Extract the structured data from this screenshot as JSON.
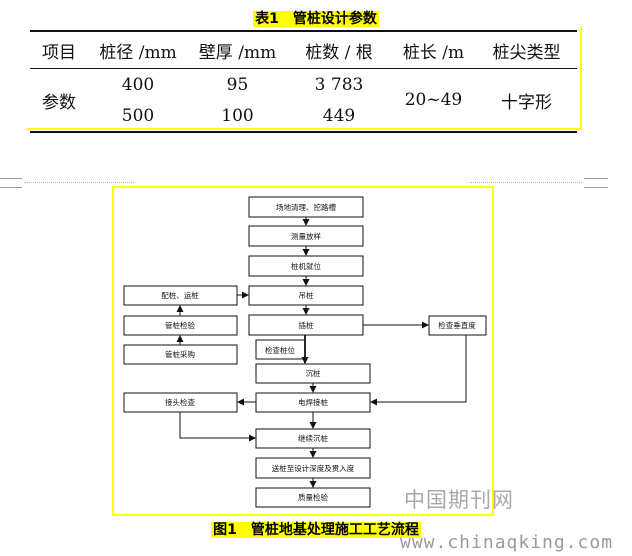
{
  "table": {
    "title": "表1　管桩设计参数",
    "headers": [
      "项目",
      "桩径 /mm",
      "壁厚 /mm",
      "桩数 / 根",
      "桩长 /m",
      "桩尖类型"
    ],
    "row_label": "参数",
    "rows": [
      [
        "400",
        "95",
        "3 783"
      ],
      [
        "500",
        "100",
        "449"
      ]
    ],
    "pile_length": "20~49",
    "tip_type": "十字形"
  },
  "flowchart": {
    "main_steps": [
      "场地清理、挖路槽",
      "测量放样",
      "桩机就位",
      "吊桩",
      "插桩",
      "沉桩",
      "电焊接桩",
      "继续沉桩",
      "送桩至设计深度及贯入度",
      "质量检验"
    ],
    "left_steps": [
      "配桩、运桩",
      "管桩检验",
      "管桩采购"
    ],
    "joint_check": "接头检查",
    "check_position": "检查桩位",
    "check_vertical": "检查垂直度"
  },
  "figure": {
    "caption": "图1　管桩地基处理施工工艺流程"
  },
  "watermark": {
    "cn": "中国期刊网",
    "url": "www.chinaqking.com"
  },
  "colors": {
    "highlight": "#ffff00",
    "line": "#111111"
  }
}
